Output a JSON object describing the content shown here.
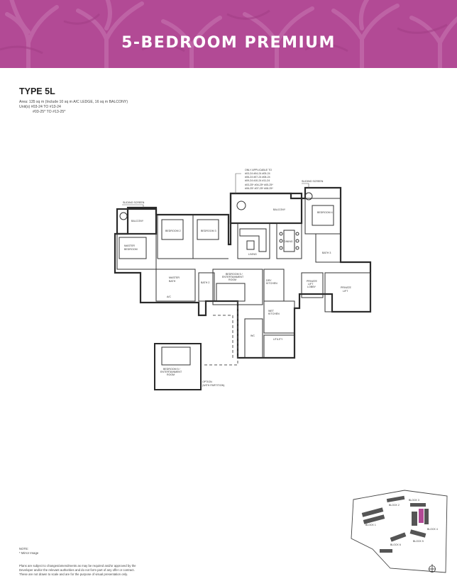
{
  "banner": {
    "title": "5-BEDROOM PREMIUM",
    "color": "#b24a95"
  },
  "unit_type": {
    "title": "TYPE 5L",
    "area": "Area: 135 sq m (Include 10 sq m A/C LEDGE, 16 sq m BALCONY)",
    "units_line1": "Unit(s) #03-24 TO #13-24",
    "units_line2": "#03-25* TO #13-25*"
  },
  "floorplan": {
    "callout_lines": [
      "ONLY APPLICABLE TO",
      "#03-24 #04-24 #05-24",
      "#06-24 #07-24 #08-24",
      "#09-24 #10-24 #11-24",
      "#03-25* #04-25* #05-25*",
      "#06-25* #07-25* #08-25*"
    ],
    "rooms": {
      "sliding_screen_left": "SLIDING SCREEN",
      "sliding_screen_right": "SLIDING SCREEN",
      "balcony_left": "BALCONY",
      "balcony_top": "BALCONY",
      "master_bedroom_line1": "MASTER",
      "master_bedroom_line2": "BEDROOM",
      "bedroom2": "BEDROOM 2",
      "bedroom3": "BEDROOM 3",
      "bedroom4": "BEDROOM 4",
      "living": "LIVING",
      "dining": "DINING",
      "master_bath_line1": "MASTER",
      "master_bath_line2": "BATH",
      "bath2": "BATH 2",
      "bath3": "BATH 3",
      "ac_ledge": "A/C",
      "bedroom5_line1": "BEDROOM 5 /",
      "bedroom5_line2": "ENTERTAINMENT",
      "bedroom5_line3": "ROOM",
      "dry_kitchen_line1": "DRY",
      "dry_kitchen_line2": "KITCHEN",
      "wet_kitchen_line1": "WET",
      "wet_kitchen_line2": "KITCHEN",
      "private_lift_lobby_line1": "PRIVATE",
      "private_lift_lobby_line2": "LIFT",
      "private_lift_lobby_line3": "LOBBY",
      "private_lift_line1": "PRIVATE",
      "private_lift_line2": "LIFT",
      "utility": "UTILITY",
      "wc": "WC",
      "option_bedroom_line1": "BEDROOM 5 /",
      "option_bedroom_line2": "ENTERTAINMENT",
      "option_bedroom_line3": "ROOM",
      "option_label_line1": "OPTION",
      "option_label_line2": "(WITH PARTITION)"
    }
  },
  "keyplan": {
    "blocks": [
      "BLOCK 1",
      "BLOCK 2",
      "BLOCK 3",
      "BLOCK 4",
      "BLOCK 5",
      "BLOCK 6"
    ],
    "highlight_color": "#b24a95"
  },
  "notes": {
    "heading": "NOTE:",
    "mirror": "* Mirror Image",
    "disclaimer1": "Plans are subject to changes/amendments as may be required and/or approved by the",
    "disclaimer2": "Developer and/or the relevant authorities and do not form part of any offer or contract.",
    "disclaimer3": "These are not drawn to scale and are for the purpose of visual presentation only."
  },
  "icons": {
    "compass": "north-compass-icon"
  }
}
